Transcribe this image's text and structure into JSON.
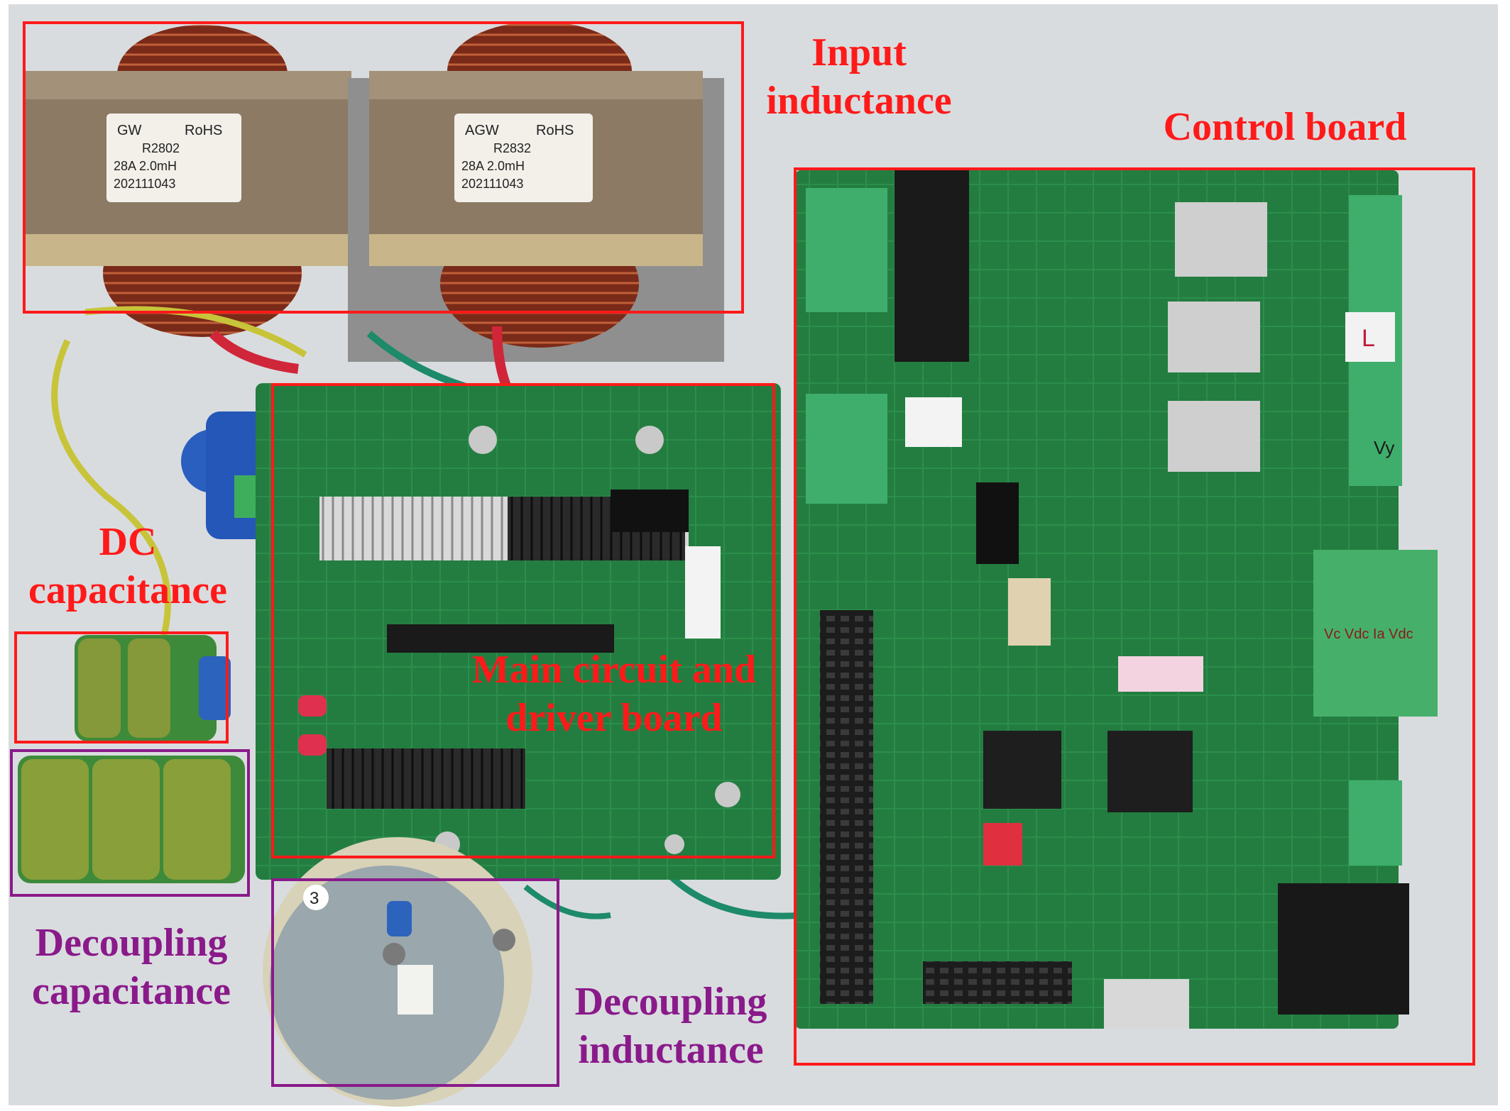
{
  "colors": {
    "frame_red": "#ff1a1a",
    "frame_purple": "#8a1a8a",
    "backplate": "#d9dcdf",
    "pcb_green": "#1f7a3c",
    "copper": "#9a3a22"
  },
  "labels": {
    "input_inductance": [
      "Input",
      "inductance"
    ],
    "control_board": "Control board",
    "dc_capacitance": [
      "DC",
      "capacitance"
    ],
    "main_circuit": [
      "Main circuit and",
      "driver board"
    ],
    "decoupling_capacitance": [
      "Decoupling",
      "capacitance"
    ],
    "decoupling_inductance": [
      "Decoupling",
      "inductance"
    ]
  },
  "inductor_stickers": [
    {
      "brand": "GW",
      "rohs": "RoHS",
      "part": "R2802",
      "rating": "28A  2.0mH",
      "code": "202111043"
    },
    {
      "brand": "AGW",
      "rohs": "RoHS",
      "part": "R2832",
      "rating": "28A 2.0mH",
      "code": "202111043"
    }
  ],
  "handwritten_notes": {
    "control_tag": "L",
    "vy_mark": "Vy",
    "relay_note": "Vc  Vdc  Ia  Vdc",
    "cap_mark": "3"
  }
}
